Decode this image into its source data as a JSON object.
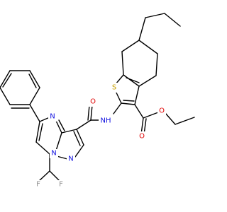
{
  "molecule": {
    "atom_colors": {
      "S": "#c8a000",
      "N": "#1010e0",
      "O": "#e00000",
      "F": "#909090",
      "NH": "#1010e0"
    },
    "labels": {
      "S": "S",
      "NH": "NH",
      "O_amide": "O",
      "O_ester_carbonyl": "O",
      "O_ester_ether": "O",
      "N_pyrimidine": "N",
      "N_bridgehead": "N",
      "N_pyrazole": "N",
      "F1": "F",
      "F2": "F"
    }
  }
}
